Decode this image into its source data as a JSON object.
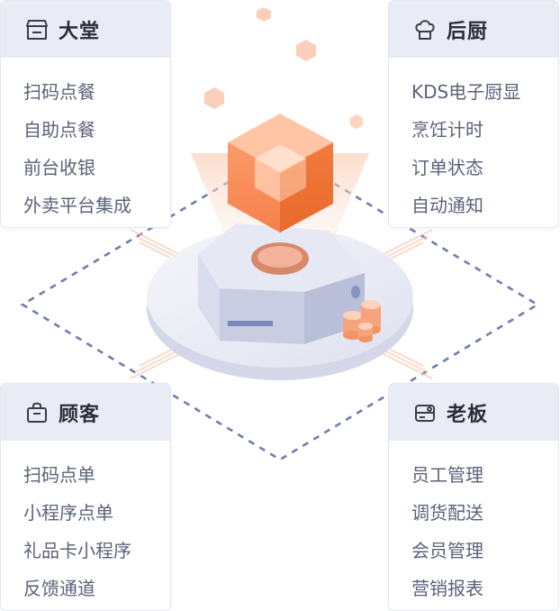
{
  "cards": [
    {
      "title": "大堂",
      "icon": "storefront-icon",
      "items": [
        "扫码点餐",
        "自助点餐",
        "前台收银",
        "外卖平台集成"
      ]
    },
    {
      "title": "后厨",
      "icon": "chef-hat-icon",
      "items": [
        "KDS电子厨显",
        "烹饪计时",
        "订单状态",
        "自动通知"
      ]
    },
    {
      "title": "顾客",
      "icon": "shopping-bag-icon",
      "items": [
        "扫码点单",
        "小程序点单",
        "礼品卡小程序",
        "反馈通道"
      ]
    },
    {
      "title": "老板",
      "icon": "id-card-icon",
      "items": [
        "员工管理",
        "调货配送",
        "会员管理",
        "营销报表"
      ]
    }
  ],
  "colors": {
    "accent": "#f07a3c",
    "dashed_line": "#6f7cae",
    "header_bg": "#e9ebf5",
    "title_text": "#2a2d3b",
    "item_text": "#5b6378"
  }
}
